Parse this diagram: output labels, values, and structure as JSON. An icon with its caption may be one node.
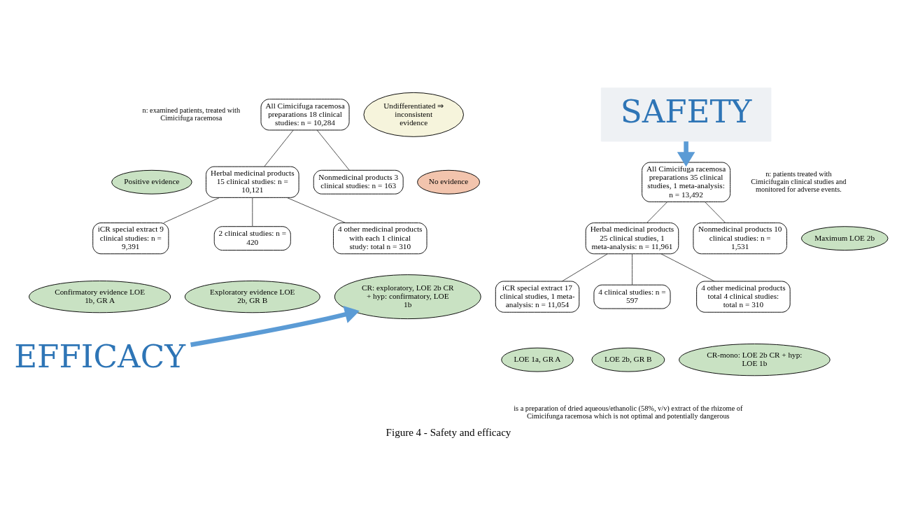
{
  "diagram": {
    "caption": "Figure 4 - Safety and efficacy",
    "nodes": [
      {
        "text": [
          "All Cimicifuga racemosa preparations 18 clinical studies: n = 10,284"
        ]
      },
      {
        "text": [
          "Undifferentiated ⇒ inconsistent evidence"
        ]
      },
      {
        "text": [
          "Positive evidence"
        ]
      },
      {
        "text": [
          "Herbal medicinal products 15 clinical studies: n = 10,121"
        ]
      },
      {
        "text": [
          "Nonmedicinal products 3 clinical studies: n = 163"
        ]
      },
      {
        "text": [
          "No evidence"
        ]
      },
      {
        "text": [
          "iCR special extract 9 clinical studies: n = 9,391"
        ]
      },
      {
        "text": [
          "2 clinical studies: n = 420"
        ]
      },
      {
        "text": [
          "4 other medicinal products with each 1 clinical study: total n = 310"
        ]
      },
      {
        "text": [
          "Confirmatory evidence LOE 1b, GR A"
        ]
      },
      {
        "text": [
          "Exploratory evidence LOE 2b, GR B"
        ]
      },
      {
        "text": [
          "CR: exploratory, LOE 2b CR + hyp: confirmatory, LOE 1b"
        ]
      },
      {
        "text": [
          "EFFICACY"
        ]
      },
      {
        "text": [
          "SAFETY"
        ]
      },
      {
        "text": [
          "All Cimicifuga racemosa preparations 35 clinical studies, 1 meta-analysis: n = 13,492"
        ]
      },
      {
        "text": [
          "Herbal medicinal products 25 clinical studies, 1 meta-analysis: n = 11,961"
        ]
      },
      {
        "text": [
          "Nonmedicinal products 10 clinical studies: n = 1,531"
        ]
      },
      {
        "text": [
          "Maximum LOE 2b"
        ]
      },
      {
        "text": [
          "iCR special extract 17 clinical studies, 1 meta-analysis: n = 11,054"
        ]
      },
      {
        "text": [
          "4 clinical studies: n = 597"
        ]
      },
      {
        "text": [
          "4 other medicinal products total 4 clinical studies: total n = 310"
        ]
      },
      {
        "text": [
          "LOE 1a, GR A"
        ]
      },
      {
        "text": [
          "LOE 2b, GR B"
        ]
      },
      {
        "text": [
          "CR-mono: LOE 2b CR + hyp: LOE 1b"
        ]
      }
    ],
    "edges": [
      {
        "from": 0,
        "to": 3,
        "arrow": "none"
      },
      {
        "from": 0,
        "to": 4,
        "arrow": "none"
      },
      {
        "from": 3,
        "to": 6,
        "arrow": "none"
      },
      {
        "from": 3,
        "to": 7,
        "arrow": "none"
      },
      {
        "from": 3,
        "to": 8,
        "arrow": "none"
      },
      {
        "from": 12,
        "to": 11,
        "arrow": "to",
        "style": "thick",
        "color": "#5b9bd5"
      },
      {
        "from": 13,
        "to": 14,
        "arrow": "to",
        "style": "thick",
        "color": "#5b9bd5"
      },
      {
        "from": 14,
        "to": 15,
        "arrow": "none"
      },
      {
        "from": 14,
        "to": 16,
        "arrow": "none"
      },
      {
        "from": 15,
        "to": 18,
        "arrow": "none"
      },
      {
        "from": 15,
        "to": 19,
        "arrow": "none"
      },
      {
        "from": 15,
        "to": 20,
        "arrow": "none"
      }
    ],
    "labels": [
      "n: examined patients, treated with Cimicifuga racemosa",
      "n: patients treated with Cimicifugain clinical studies and monitored for adverse events.",
      "is a preparation of dried aqueous/ethanolic (58%, v/v) extract of the rhizome of Cimicifunga racemosa which is not optimal and potentially dangerous"
    ]
  }
}
